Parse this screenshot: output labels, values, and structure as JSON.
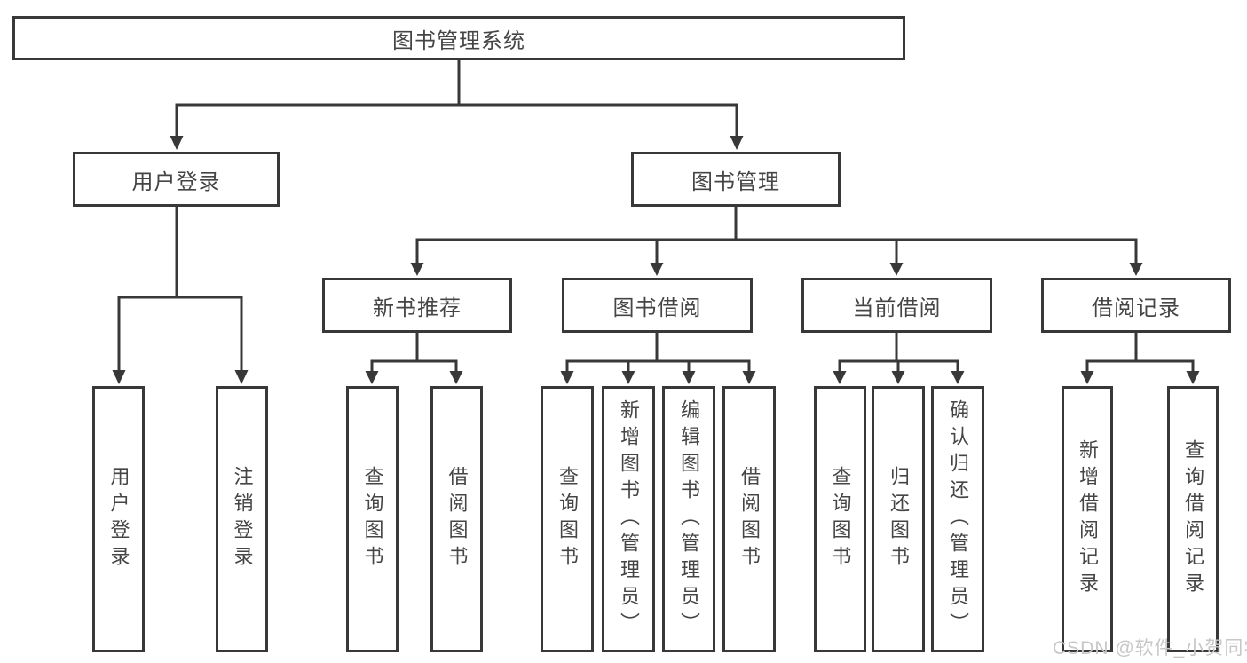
{
  "colors": {
    "line": "#383838",
    "text": "#454545",
    "bg": "#ffffff",
    "watermark": "#c7c7c7"
  },
  "watermark": {
    "text": "CSDN @软件_小贺同学"
  },
  "tree": {
    "root": {
      "label": "图书管理系统",
      "children": [
        {
          "label": "用户登录",
          "children": [
            {
              "label": "用户登录"
            },
            {
              "label": "注销登录"
            }
          ]
        },
        {
          "label": "图书管理",
          "children": [
            {
              "label": "新书推荐",
              "children": [
                {
                  "label": "查询图书"
                },
                {
                  "label": "借阅图书"
                }
              ]
            },
            {
              "label": "图书借阅",
              "children": [
                {
                  "label": "查询图书"
                },
                {
                  "label": "新增图书（管理员）"
                },
                {
                  "label": "编辑图书（管理员）"
                },
                {
                  "label": "借阅图书"
                }
              ]
            },
            {
              "label": "当前借阅",
              "children": [
                {
                  "label": "查询图书"
                },
                {
                  "label": "归还图书"
                },
                {
                  "label": "确认归还（管理员）"
                }
              ]
            },
            {
              "label": "借阅记录",
              "children": [
                {
                  "label": "新增借阅记录"
                },
                {
                  "label": "查询借阅记录"
                }
              ]
            }
          ]
        }
      ]
    }
  }
}
